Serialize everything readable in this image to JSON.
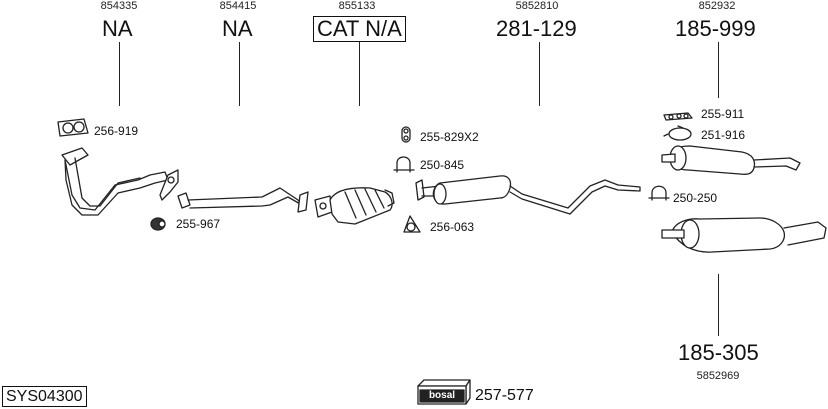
{
  "system_id": "SYS04300",
  "fitting_kit": {
    "brand": "bosal",
    "code": "257-577"
  },
  "sections": [
    {
      "oe_number": "854335",
      "part_code": "NA",
      "boxed": false
    },
    {
      "oe_number": "854415",
      "part_code": "NA",
      "boxed": false
    },
    {
      "oe_number": "855133",
      "part_code": "CAT N/A",
      "boxed": true
    },
    {
      "oe_number": "5852810",
      "part_code": "281-129",
      "boxed": false
    },
    {
      "oe_number": "852932",
      "part_code": "185-999",
      "boxed": false
    },
    {
      "oe_number": "5852969",
      "part_code": "185-305",
      "boxed": false
    }
  ],
  "accessories": [
    {
      "code": "256-919",
      "icon": "gasket-icon"
    },
    {
      "code": "255-967",
      "icon": "rubber-mount-icon"
    },
    {
      "code": "255-829X2",
      "icon": "rubber-ring-icon"
    },
    {
      "code": "250-845",
      "icon": "u-clamp-icon"
    },
    {
      "code": "256-063",
      "icon": "flange-gasket-icon"
    },
    {
      "code": "255-911",
      "icon": "hanger-strap-icon"
    },
    {
      "code": "251-916",
      "icon": "band-clamp-icon"
    },
    {
      "code": "250-250",
      "icon": "u-clamp-icon"
    }
  ]
}
